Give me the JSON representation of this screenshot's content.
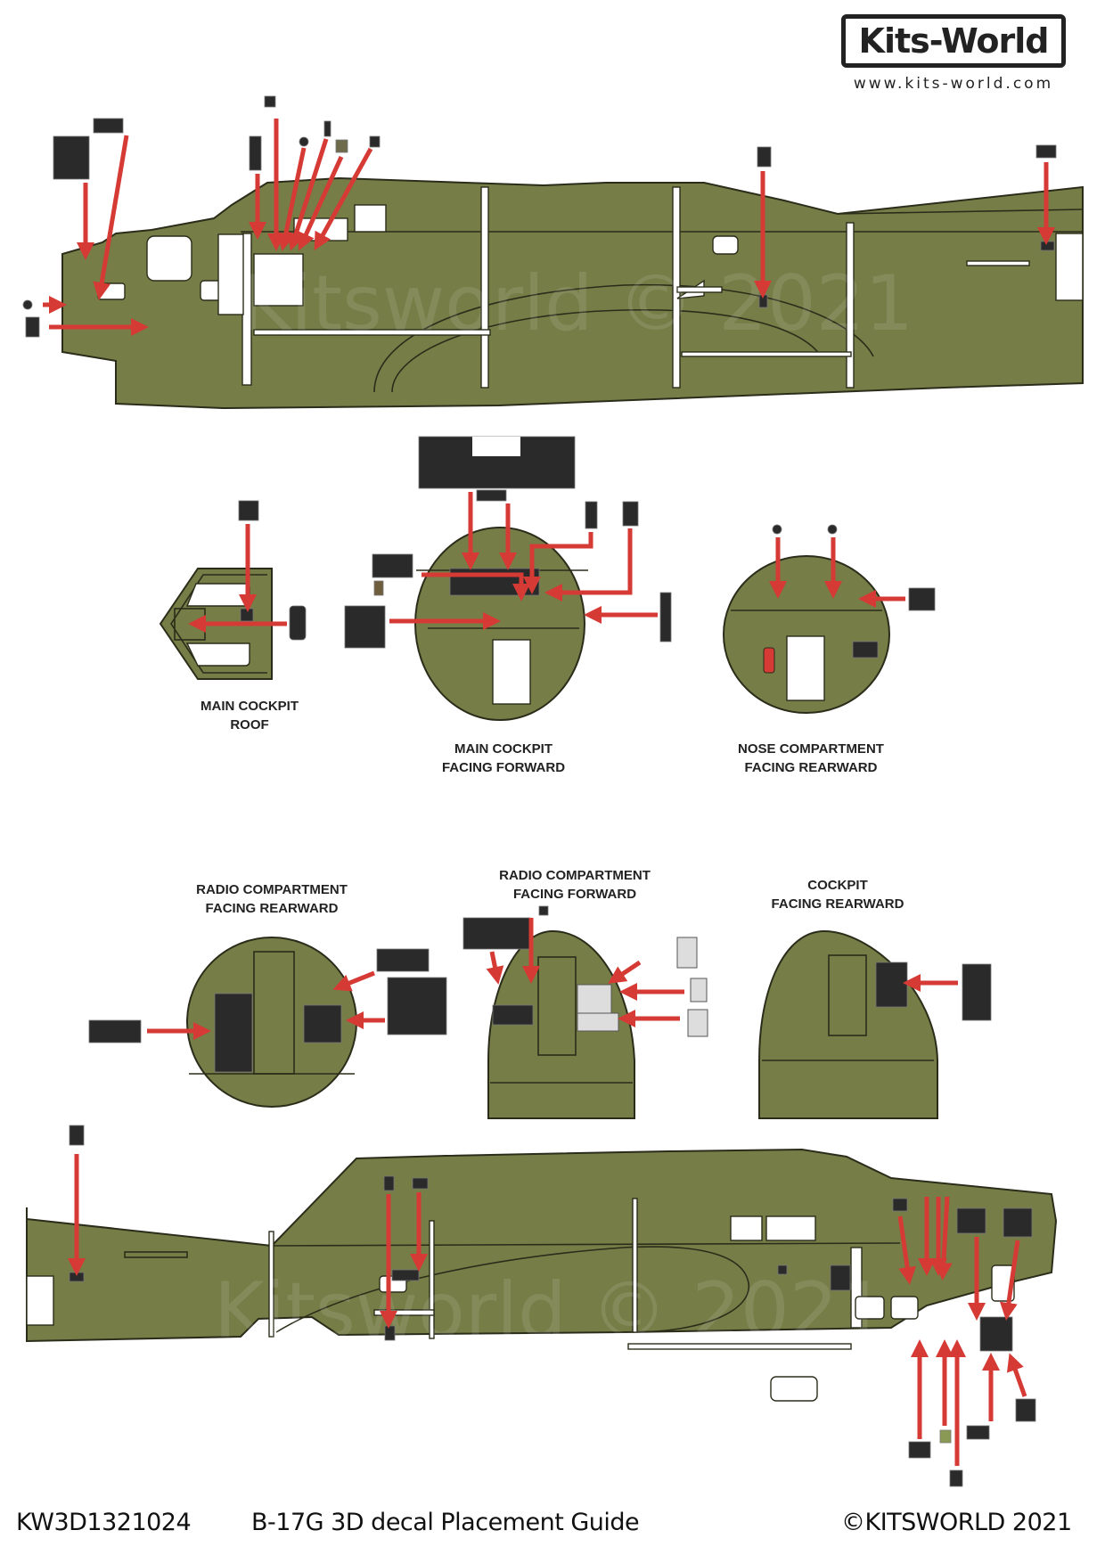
{
  "header": {
    "logo_text": "Kits-World",
    "logo_url": "www.kits-world.com"
  },
  "watermark": "Kitsworld © 2021",
  "colors": {
    "olive_drab": "#767d47",
    "arrow_red": "#d63a35",
    "decal_dark": "#2a2a2a",
    "outline": "#2b2d1a"
  },
  "views": {
    "main_cockpit_roof": {
      "line1": "MAIN COCKPIT",
      "line2": "ROOF"
    },
    "main_cockpit_forward": {
      "line1": "MAIN COCKPIT",
      "line2": "FACING FORWARD"
    },
    "nose_compartment_rearward": {
      "line1": "NOSE COMPARTMENT",
      "line2": "FACING REARWARD"
    },
    "radio_compartment_rearward": {
      "line1": "RADIO COMPARTMENT",
      "line2": "FACING REARWARD"
    },
    "radio_compartment_forward": {
      "line1": "RADIO COMPARTMENT",
      "line2": "FACING FORWARD"
    },
    "cockpit_rearward": {
      "line1": "COCKPIT",
      "line2": "FACING REARWARD"
    }
  },
  "footer": {
    "product_code": "KW3D1321024",
    "title": "B-17G 3D decal Placement Guide",
    "copyright": "©KITSWORLD 2021"
  }
}
